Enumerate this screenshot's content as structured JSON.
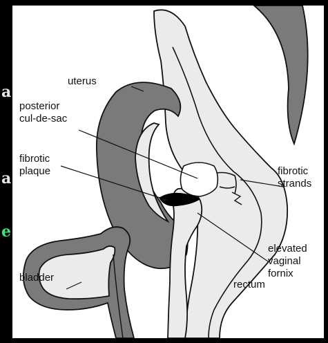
{
  "background": "#000000",
  "edge_text": [
    {
      "text": "a",
      "color": "#e8e8e8"
    },
    {
      "text": "a",
      "color": "#e8e8e8"
    },
    {
      "text": "e",
      "color": "#3ee07a"
    }
  ],
  "labels": {
    "uterus": "uterus",
    "posterior_1": "posterior",
    "posterior_2": "cul-de-sac",
    "fibrotic_plaque_1": "fibrotic",
    "fibrotic_plaque_2": "plaque",
    "fibrotic_strands_1": "fibrotic",
    "fibrotic_strands_2": "strands",
    "elevated_1": "elevated",
    "elevated_2": "vaginal",
    "elevated_3": "fornix",
    "bladder": "bladder",
    "rectum": "rectum"
  },
  "colors": {
    "dark_tissue": "#7a7a7a",
    "light_tissue": "#ebebeb",
    "outline": "#111111",
    "plaque": "#000000",
    "frame": "#ffffff"
  }
}
